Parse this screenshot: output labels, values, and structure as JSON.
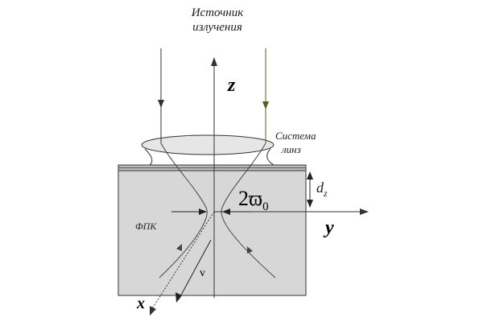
{
  "labels": {
    "source_line1": "Источник",
    "source_line2": "излучения",
    "lens_line1": "Система",
    "lens_line2": "линз",
    "axis_z": "z",
    "axis_y": "y",
    "axis_x": "x",
    "depth": "d",
    "depth_sub": "z",
    "waist": "2ϖ",
    "waist_sub": "0",
    "crystal": "ФПК",
    "velocity": "v"
  },
  "colors": {
    "block_fill": "#d7d7d7",
    "stroke": "#333333",
    "lens_fill": "#e6e6e6",
    "ray_right": "#5a5a20"
  }
}
